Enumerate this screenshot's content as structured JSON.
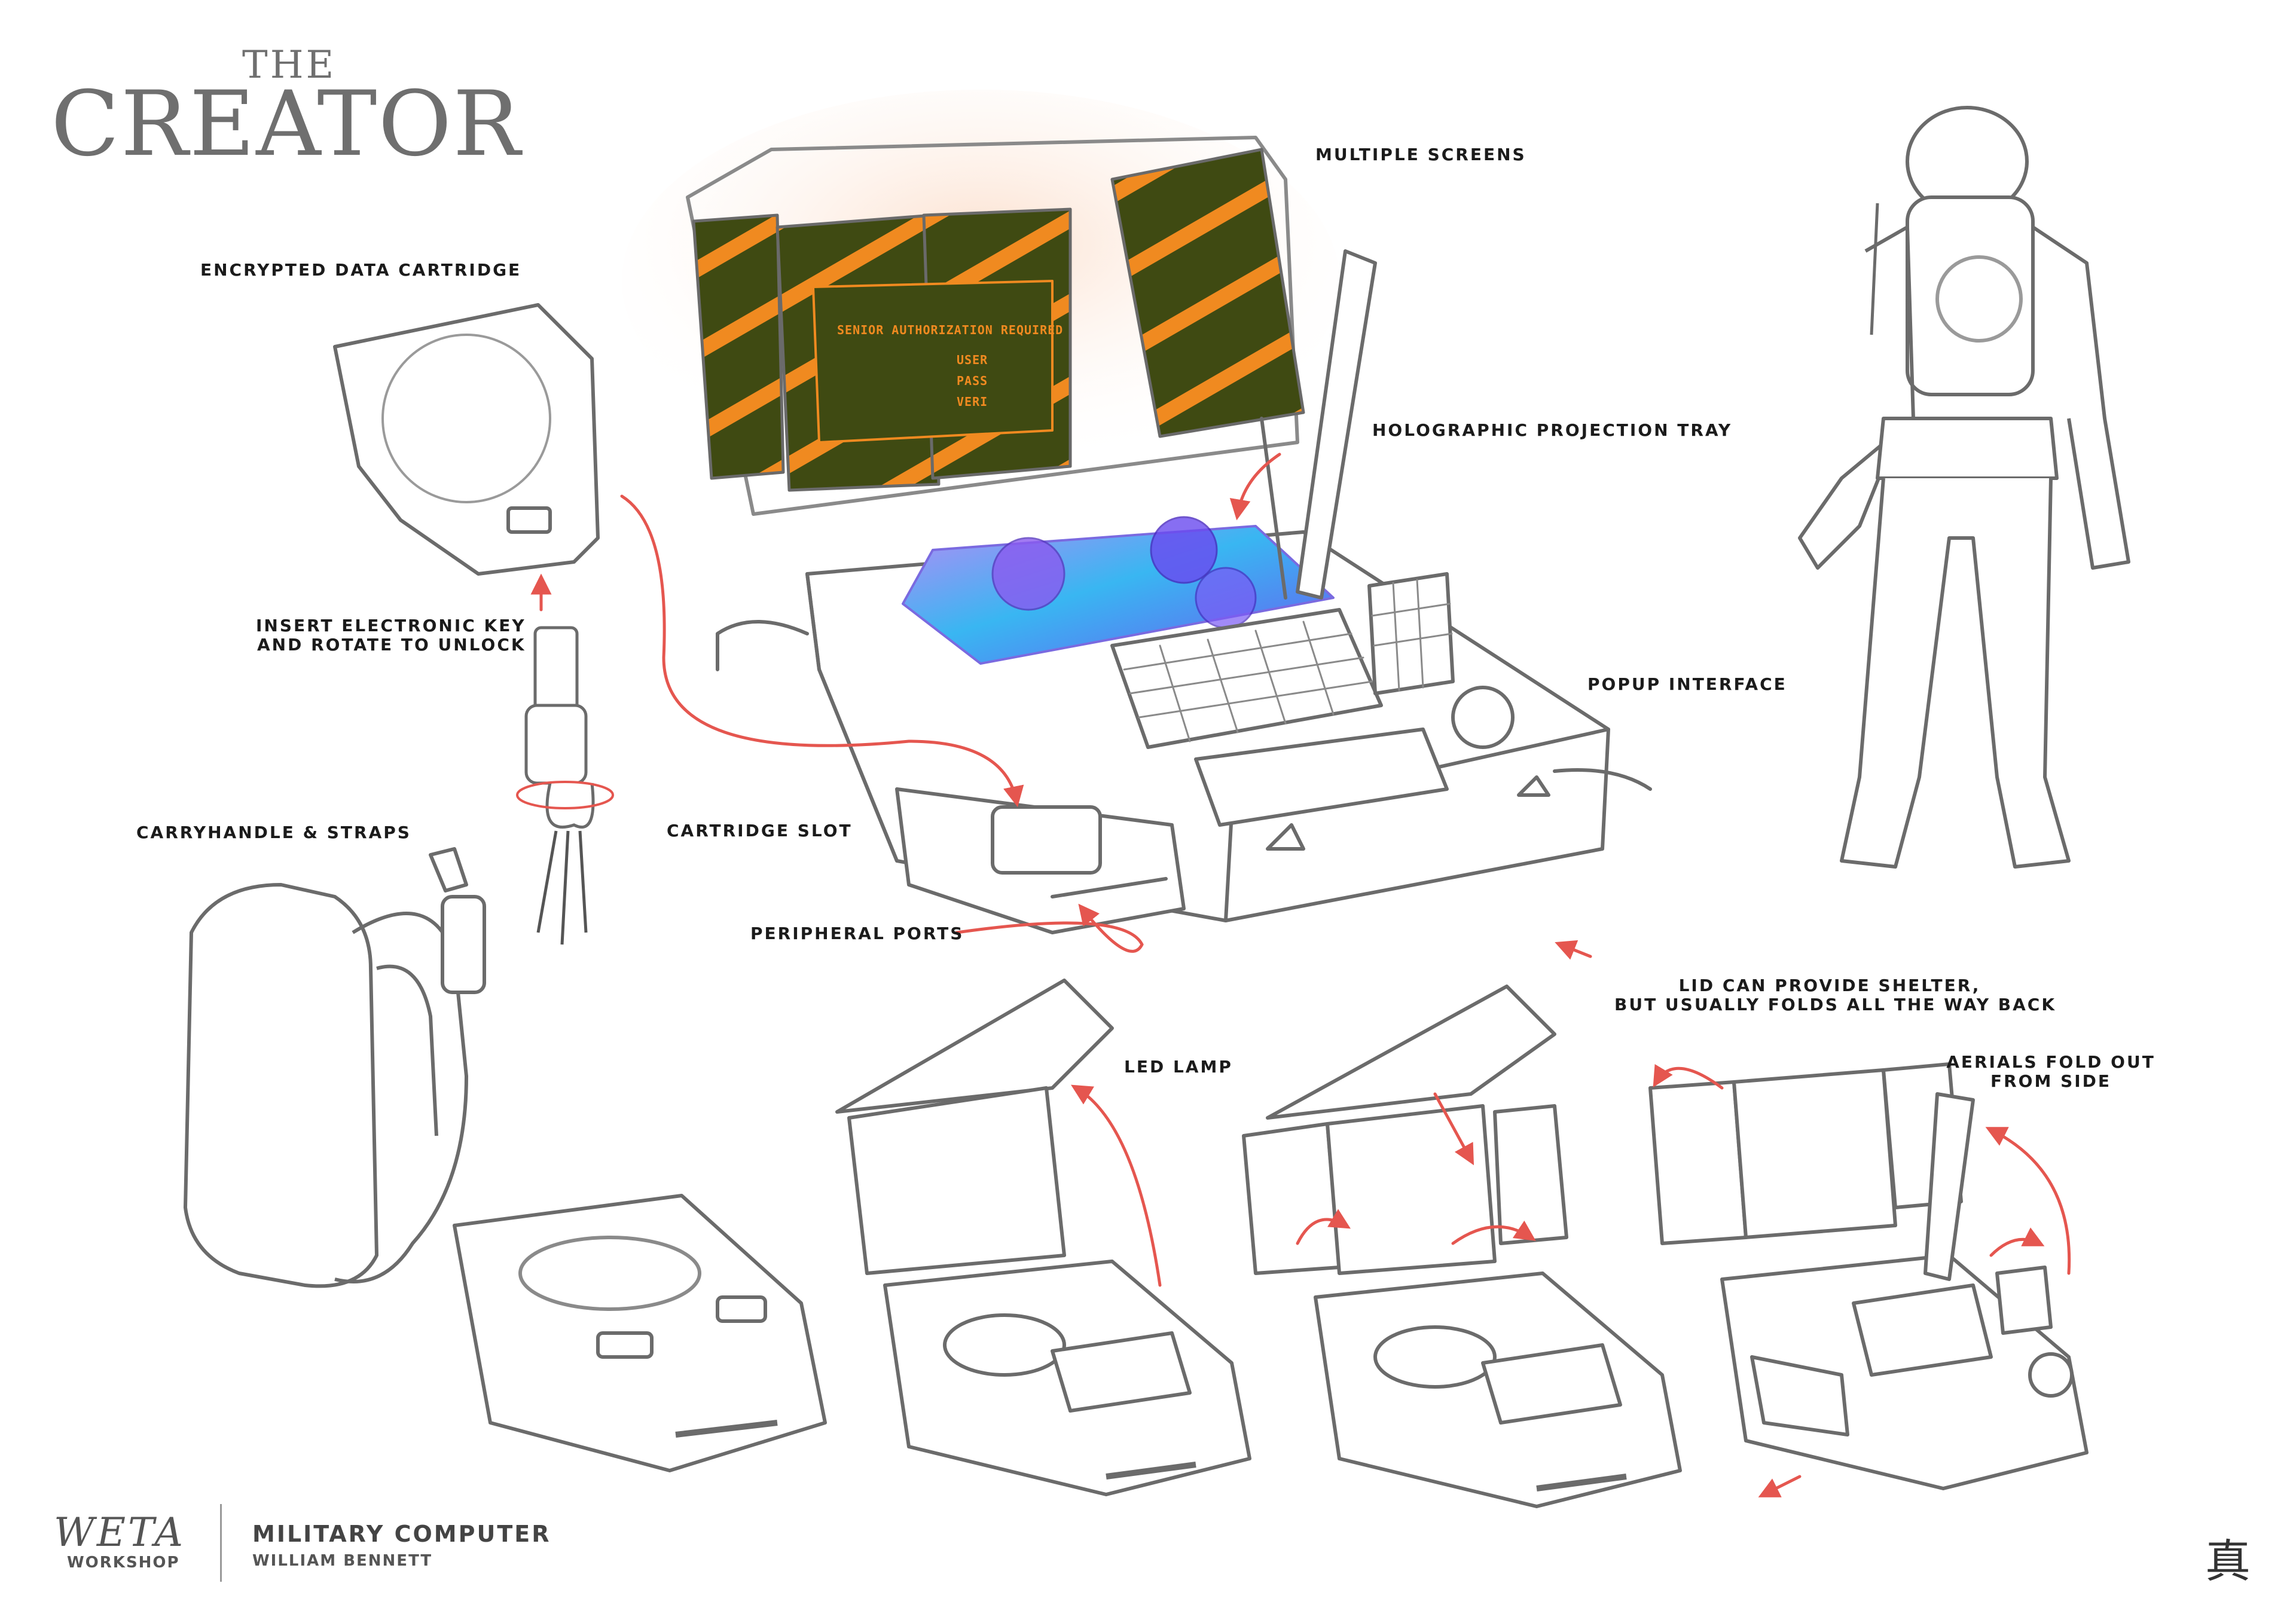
{
  "brand": {
    "title_the": "THE",
    "title_creator": "CREATOR"
  },
  "labels": {
    "multiple_screens": "MULTIPLE SCREENS",
    "encrypted_data_cartridge": "ENCRYPTED DATA CARTRIDGE",
    "holographic_projection_tray": "HOLOGRAPHIC PROJECTION TRAY",
    "insert_key_line1": "INSERT ELECTRONIC KEY",
    "insert_key_line2": "AND ROTATE TO UNLOCK",
    "popup_interface": "POPUP INTERFACE",
    "carryhandle_straps": "CARRYHANDLE & STRAPS",
    "cartridge_slot": "CARTRIDGE SLOT",
    "peripheral_ports": "PERIPHERAL PORTS",
    "led_lamp": "LED LAMP",
    "lid_shelter_line1": "LID CAN PROVIDE SHELTER,",
    "lid_shelter_line2": "BUT USUALLY FOLDS ALL THE WAY BACK",
    "aerials_line1": "AERIALS FOLD OUT",
    "aerials_line2": "FROM SIDE"
  },
  "screen": {
    "auth_title": "SENIOR AUTHORIZATION REQUIRED",
    "field_user": "USER",
    "field_pass": "PASS",
    "field_veri": "VERI"
  },
  "footer": {
    "logo_weta": "WETA",
    "logo_workshop": "WORKSHOP",
    "title": "MILITARY COMPUTER",
    "author": "WILLIAM BENNETT",
    "glyph": "真"
  },
  "colors": {
    "sketch_line": "#6b6b6b",
    "arrow_red": "#e5564f",
    "screen_green": "#3f4a12",
    "screen_orange": "#f08a20",
    "holo_blue": "#3aa8f0",
    "holo_purple": "#a070f0"
  }
}
